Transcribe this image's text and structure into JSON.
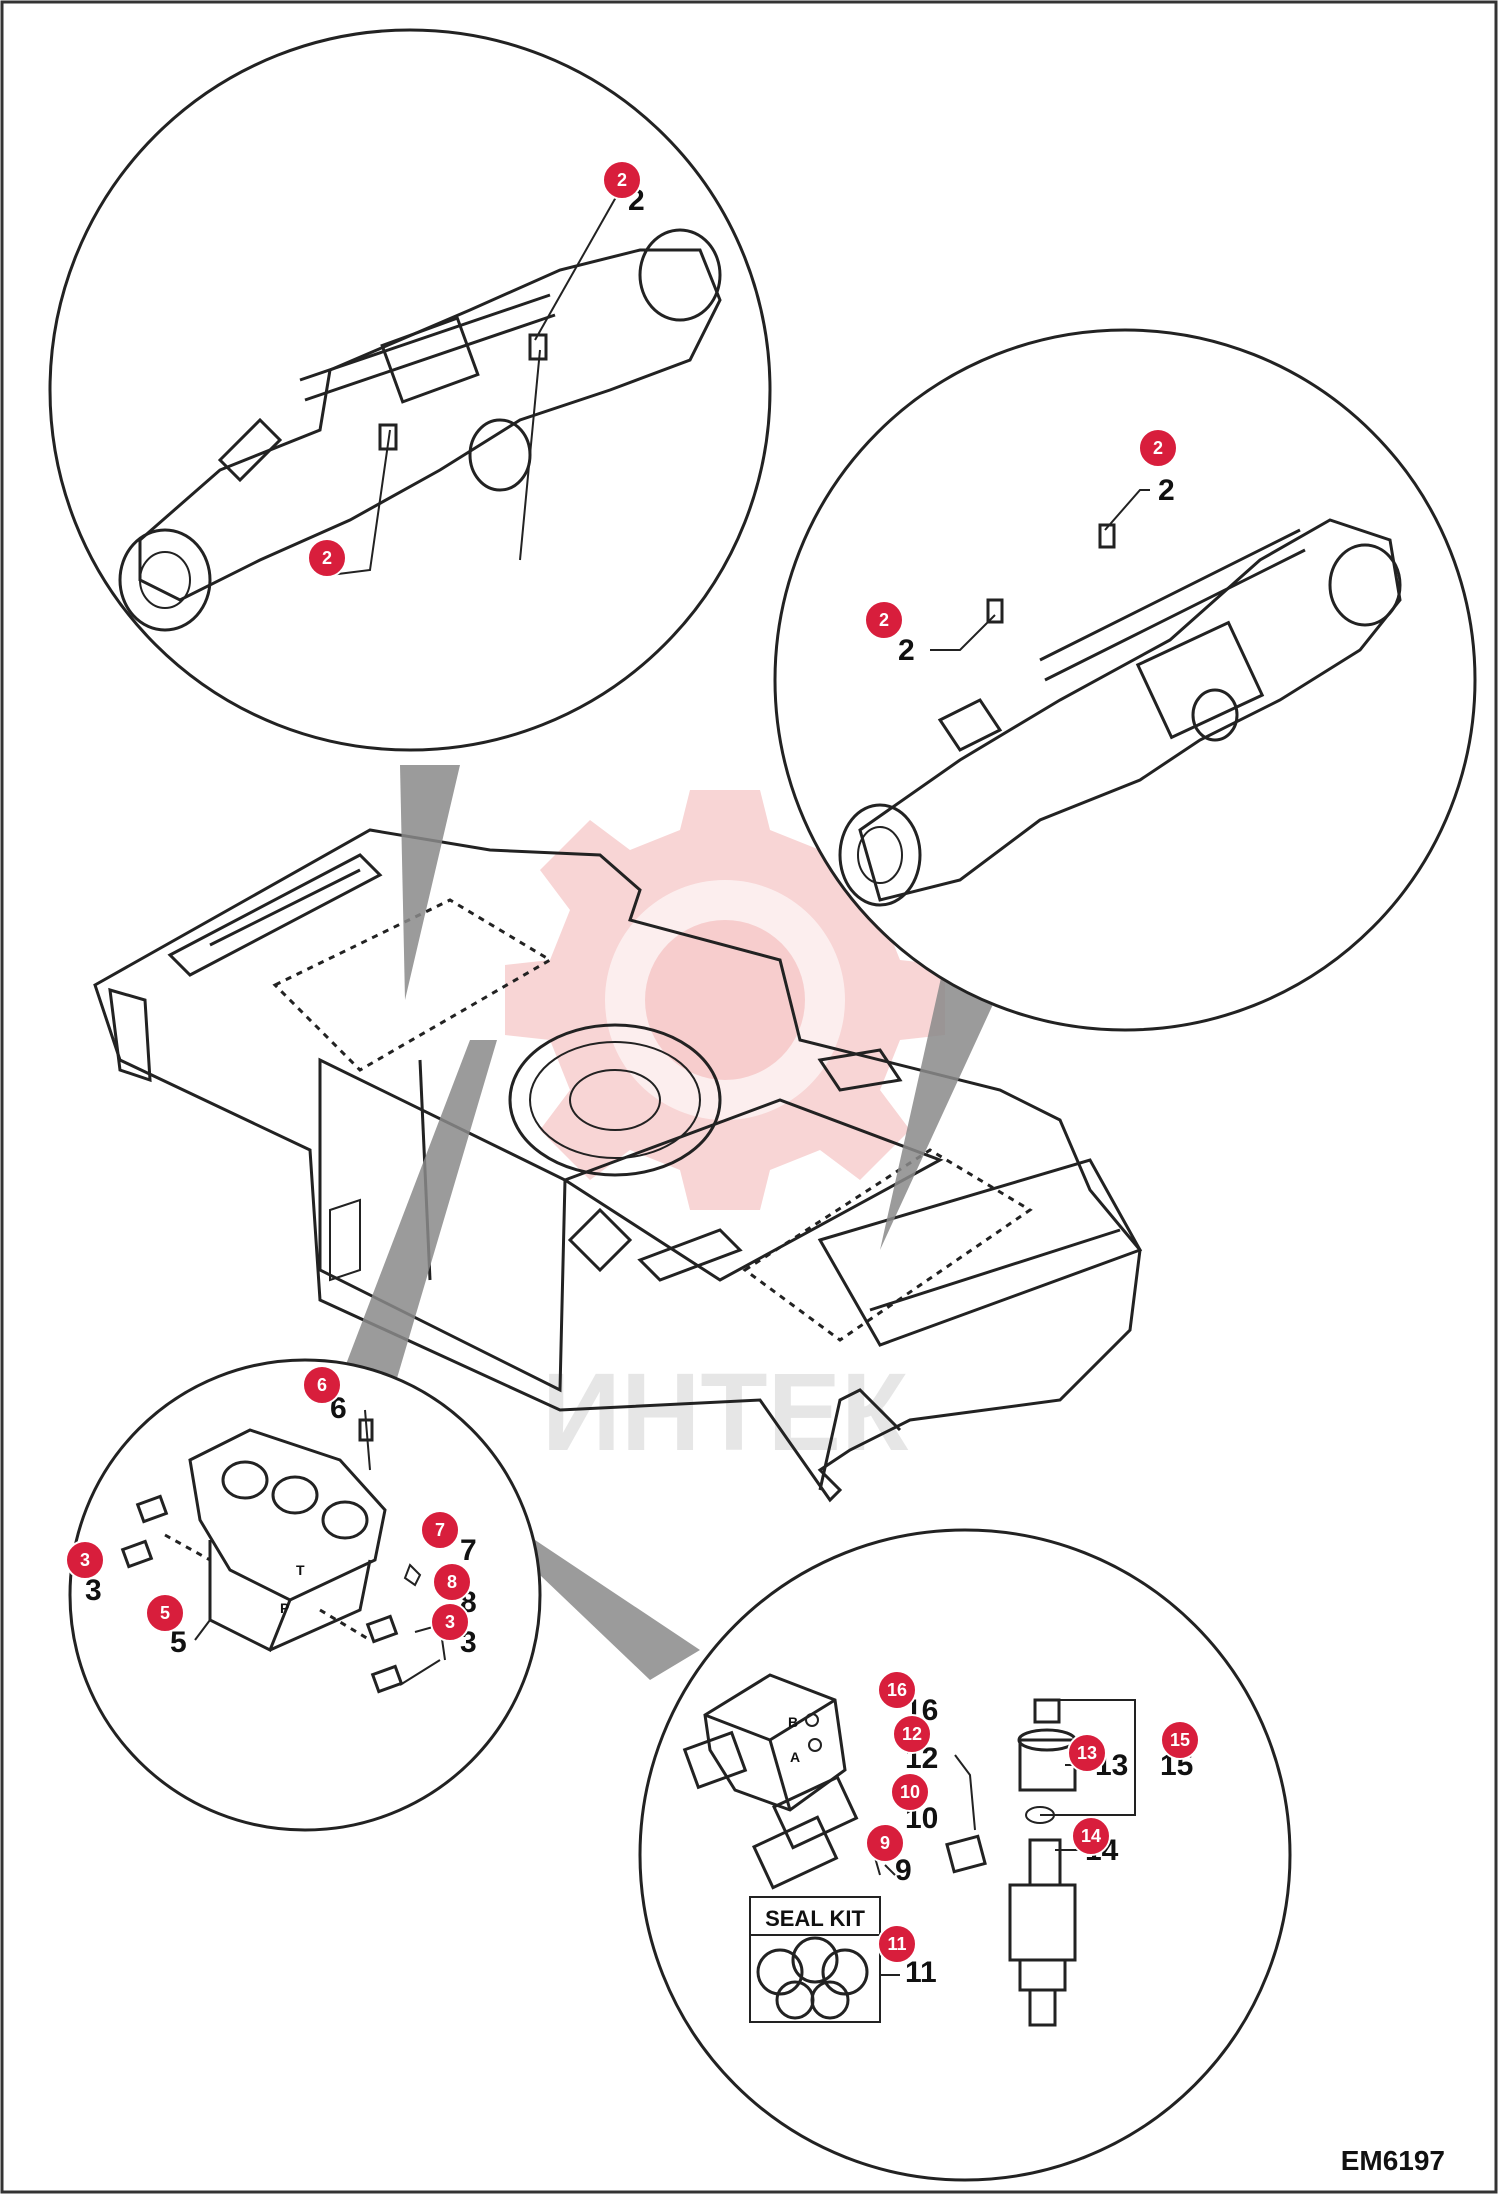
{
  "figure": {
    "reference_code": "EM6197",
    "watermark_text": "ИНТЕК",
    "accent_color": "#d81e3c"
  },
  "callouts": {
    "top_left_upper": "2",
    "top_left_lower": "2",
    "top_right_upper": "2",
    "top_right_left": "2",
    "bl_6": "6",
    "bl_3a": "3",
    "bl_5": "5",
    "bl_7": "7",
    "bl_8": "8",
    "bl_3b": "3",
    "br_16": "16",
    "br_12": "12",
    "br_10": "10",
    "br_9": "9",
    "br_13": "13",
    "br_15": "15",
    "br_14": "14",
    "br_11": "11"
  },
  "part_numbers": {
    "tl_2a": "2",
    "tr_2a": "2",
    "tr_2b": "2",
    "bl_6": "6",
    "bl_3a": "3",
    "bl_5": "5",
    "bl_7": "7",
    "bl_8": "8",
    "bl_3b": "3",
    "br_16": "16",
    "br_12": "12",
    "br_10": "10",
    "br_9": "9",
    "br_13": "13",
    "br_15": "15",
    "br_14": "14",
    "br_11": "11"
  },
  "valve_letters": {
    "t": "T",
    "p": "P",
    "b": "B",
    "a": "A"
  },
  "seal_kit": {
    "label": "SEAL KIT"
  }
}
